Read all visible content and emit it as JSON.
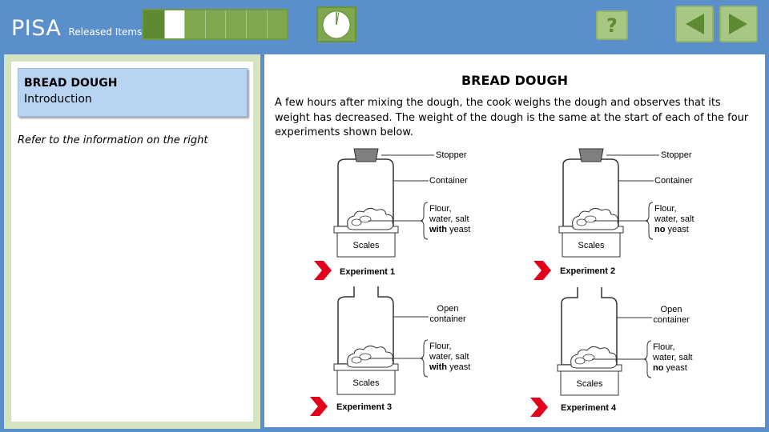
{
  "header": {
    "brand": "PISA",
    "subtitle": "Released Items",
    "help_label": "?",
    "progress_total": 7,
    "progress_current": 2
  },
  "left": {
    "unit_title": "BREAD DOUGH",
    "unit_subtitle": "Introduction",
    "instruction": "Refer to the information on the right"
  },
  "stimulus": {
    "title": "BREAD DOUGH",
    "text": "A few hours after mixing the dough, the cook weighs the dough and observes that its weight has decreased. The weight of the dough is the same at the start of each of the four experiments shown below.",
    "labels": {
      "stopper": "Stopper",
      "container": "Container",
      "open_1": "Open",
      "open_2": "container",
      "scales": "Scales",
      "flour_1": "Flour,",
      "flour_2": "water, salt",
      "with": "with",
      "no": "no",
      "yeast": "yeast"
    },
    "experiments": [
      {
        "label": "Experiment 1"
      },
      {
        "label": "Experiment 2"
      },
      {
        "label": "Experiment 3"
      },
      {
        "label": "Experiment 4"
      }
    ]
  },
  "colors": {
    "header_bg": "#5b8fcb",
    "nav_green": "#a9c784",
    "dark_green": "#5f8a34",
    "unit_box": "#b8d4f2",
    "arrow_red": "#e3001b"
  }
}
